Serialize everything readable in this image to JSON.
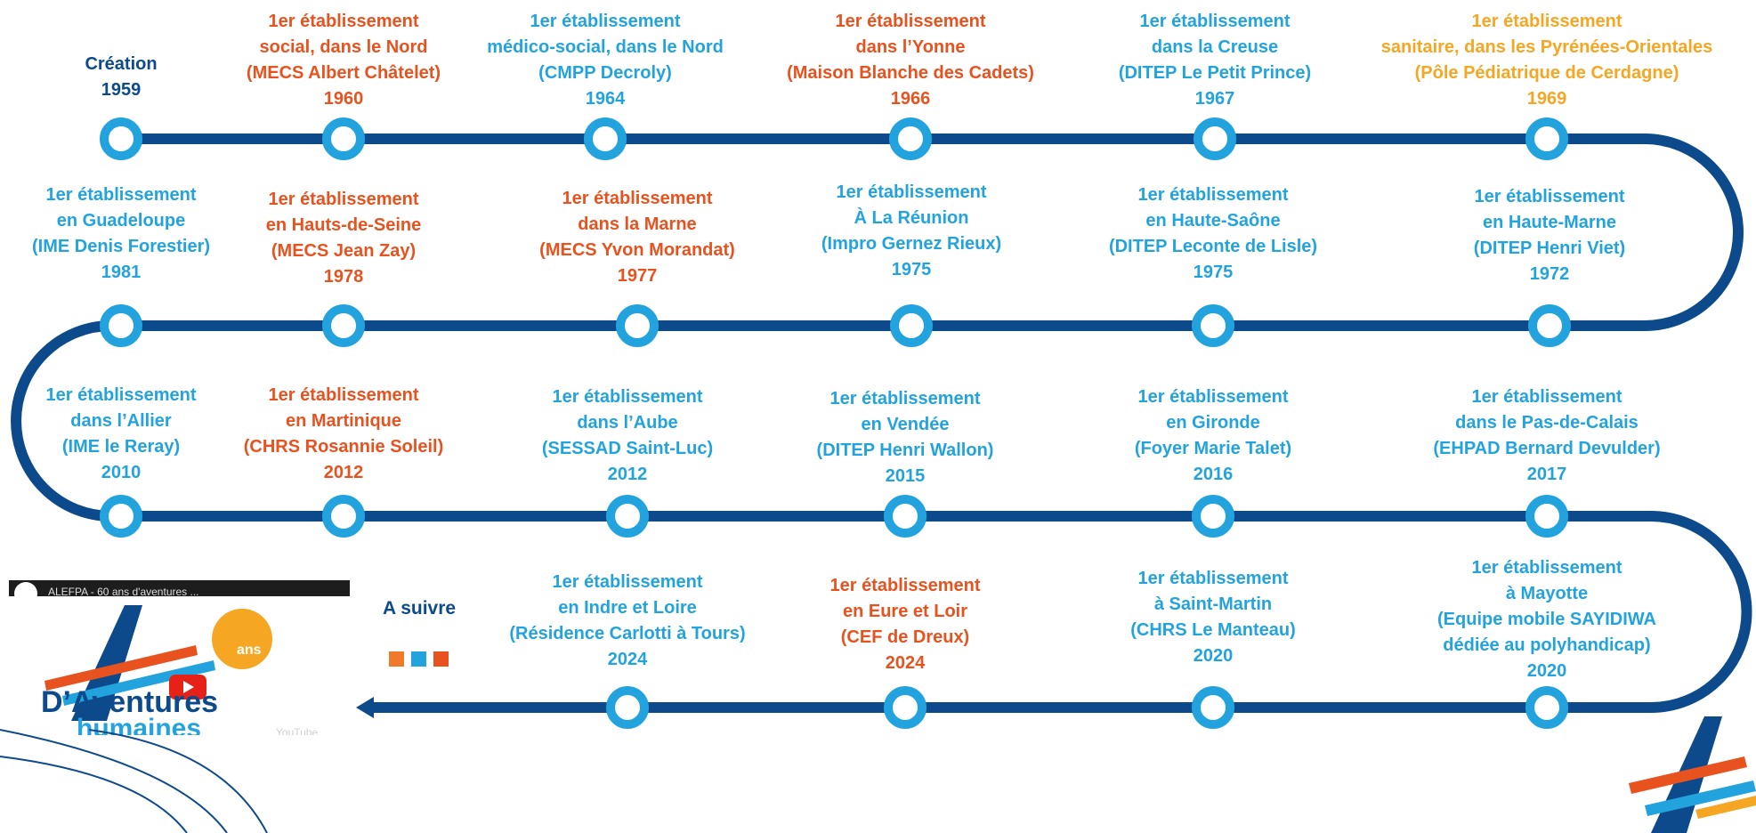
{
  "colors": {
    "track": "#0d4a8c",
    "node_ring": "#23a3de",
    "blue": "#23a3de",
    "red": "#e8521f",
    "orange": "#f5a623",
    "navy": "#0d4a8c"
  },
  "milestones": [
    {
      "id": "creation",
      "lines": [
        "Création"
      ],
      "year": "1959",
      "color": "navy"
    },
    {
      "id": "1960",
      "lines": [
        "1er établissement",
        "social, dans le Nord",
        "(MECS Albert Châtelet)"
      ],
      "year": "1960",
      "color": "red"
    },
    {
      "id": "1964",
      "lines": [
        "1er établissement",
        "médico-social, dans le Nord",
        "(CMPP Decroly)"
      ],
      "year": "1964",
      "color": "blue"
    },
    {
      "id": "1966",
      "lines": [
        "1er établissement",
        "dans l’Yonne",
        "(Maison Blanche des Cadets)"
      ],
      "year": "1966",
      "color": "red"
    },
    {
      "id": "1967",
      "lines": [
        "1er établissement",
        "dans la Creuse",
        "(DITEP Le Petit Prince)"
      ],
      "year": "1967",
      "color": "blue"
    },
    {
      "id": "1969",
      "lines": [
        "1er établissement",
        "sanitaire, dans les Pyrénées-Orientales",
        "(Pôle Pédiatrique de Cerdagne)"
      ],
      "year": "1969",
      "color": "orange"
    },
    {
      "id": "1972",
      "lines": [
        "1er établissement",
        "en Haute-Marne",
        "(DITEP Henri Viet)"
      ],
      "year": "1972",
      "color": "blue"
    },
    {
      "id": "1975b",
      "lines": [
        "1er établissement",
        "en Haute-Saône",
        "(DITEP Leconte de Lisle)"
      ],
      "year": "1975",
      "color": "blue"
    },
    {
      "id": "1975a",
      "lines": [
        "1er établissement",
        "À La Réunion",
        "(Impro Gernez Rieux)"
      ],
      "year": "1975",
      "color": "blue"
    },
    {
      "id": "1977",
      "lines": [
        "1er établissement",
        "dans la Marne",
        "(MECS Yvon Morandat)"
      ],
      "year": "1977",
      "color": "red"
    },
    {
      "id": "1978",
      "lines": [
        "1er établissement",
        "en Hauts-de-Seine",
        "(MECS Jean Zay)"
      ],
      "year": "1978",
      "color": "red"
    },
    {
      "id": "1981",
      "lines": [
        "1er établissement",
        "en Guadeloupe",
        "(IME Denis Forestier)"
      ],
      "year": "1981",
      "color": "blue"
    },
    {
      "id": "2010",
      "lines": [
        "1er établissement",
        "dans l’Allier",
        "(IME le Reray)"
      ],
      "year": "2010",
      "color": "blue"
    },
    {
      "id": "2012a",
      "lines": [
        "1er établissement",
        "en Martinique",
        "(CHRS Rosannie Soleil)"
      ],
      "year": "2012",
      "color": "red"
    },
    {
      "id": "2012b",
      "lines": [
        "1er établissement",
        "dans l’Aube",
        "(SESSAD Saint-Luc)"
      ],
      "year": "2012",
      "color": "blue"
    },
    {
      "id": "2015",
      "lines": [
        "1er établissement",
        "en Vendée",
        "(DITEP Henri Wallon)"
      ],
      "year": "2015",
      "color": "blue"
    },
    {
      "id": "2016",
      "lines": [
        "1er établissement",
        "en Gironde",
        "(Foyer Marie Talet)"
      ],
      "year": "2016",
      "color": "blue"
    },
    {
      "id": "2017",
      "lines": [
        "1er établissement",
        "dans le Pas-de-Calais",
        "(EHPAD Bernard Devulder)"
      ],
      "year": "2017",
      "color": "blue"
    },
    {
      "id": "2020a",
      "lines": [
        "1er établissement",
        "à Mayotte",
        "(Equipe mobile SAYIDIWA",
        "dédiée au polyhandicap)"
      ],
      "year": "2020",
      "color": "blue"
    },
    {
      "id": "2020b",
      "lines": [
        "1er établissement",
        "à Saint-Martin",
        "(CHRS Le Manteau)"
      ],
      "year": "2020",
      "color": "blue"
    },
    {
      "id": "2024a",
      "lines": [
        "1er établissement",
        "en Eure et Loir",
        "(CEF de Dreux)"
      ],
      "year": "2024",
      "color": "red"
    },
    {
      "id": "2024b",
      "lines": [
        "1er établissement",
        "en Indre et Loire",
        "(Résidence Carlotti à Tours)"
      ],
      "year": "2024",
      "color": "blue"
    }
  ],
  "video": {
    "title": "ALEFPA - 60 ans d'aventures ...",
    "ans": "ans",
    "aventures": "D’Aventures",
    "humaines": "humaines",
    "brand": "YouTube"
  },
  "a_suivre": "A suivre",
  "squares": [
    "#f07a2a",
    "#23a3de",
    "#e8521f"
  ]
}
